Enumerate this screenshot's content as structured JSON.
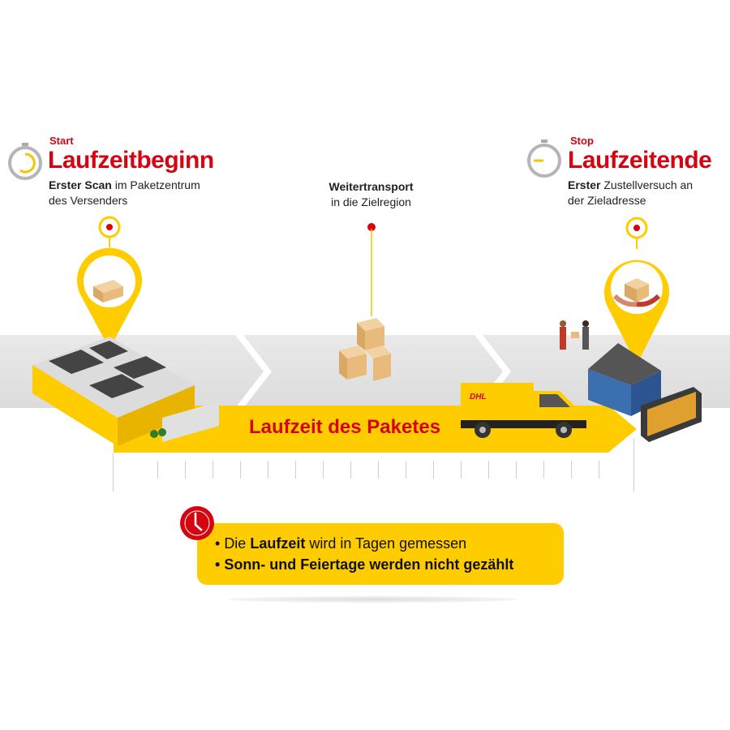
{
  "start": {
    "label": "Start",
    "title": "Laufzeitbeginn",
    "desc_bold": "Erster Scan",
    "desc_rest": " im Paketzentrum",
    "desc_line2": "des Versenders"
  },
  "middle": {
    "title": "Weitertransport",
    "desc": "in die Zielregion"
  },
  "stop": {
    "label": "Stop",
    "title": "Laufzeitende",
    "desc_bold": "Erster",
    "desc_rest": " Zustellversuch an",
    "desc_line2": "der Zieladresse"
  },
  "bar": {
    "title": "Laufzeit des Paketes"
  },
  "note": {
    "line1_pre": "Die ",
    "line1_bold": "Laufzeit",
    "line1_post": " wird in Tagen gemessen",
    "line2": "Sonn- und Feiertage werden nicht gezählt"
  },
  "colors": {
    "yellow": "#ffcc00",
    "red": "#d40511",
    "gray": "#e4e4e4"
  }
}
